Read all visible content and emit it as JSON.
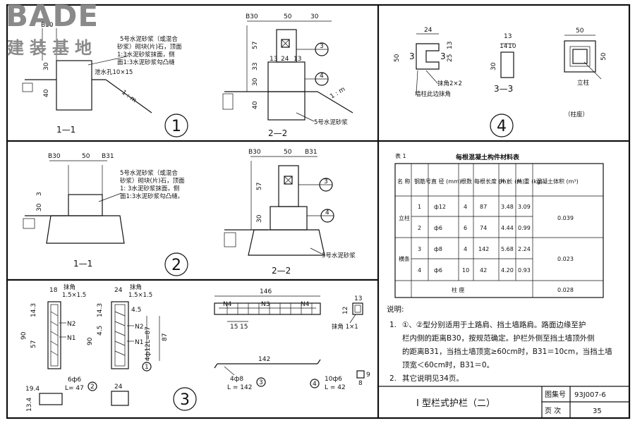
{
  "logo": {
    "brand": "BADE",
    "cn": "建装基地"
  },
  "type1": {
    "badge": "1",
    "left": {
      "section": "1—1",
      "dims": {
        "b30": "B30",
        "d30": "30",
        "d40": "40",
        "d1m": "1 : m"
      },
      "note_lines": [
        "5号水泥砂浆（或混合",
        "砂浆）砌块(片)石，顶面",
        "1:3水泥砂浆抹面，侧",
        "面1:3水泥砂浆勾凸缝"
      ],
      "drain": "泄水孔10×15"
    },
    "right": {
      "section": "2—2",
      "dims": {
        "b30": "B30",
        "d50": "50",
        "d30t": "30",
        "d57": "57",
        "d13": "13",
        "d24": "24",
        "d13b": "13",
        "d33": "33",
        "d30": "30",
        "d40": "40",
        "d1m": "1 : m"
      },
      "callout_a": "3",
      "callout_b": "4",
      "mortar": "5号水泥砂浆"
    }
  },
  "type2": {
    "badge": "2",
    "left": {
      "section": "1—1",
      "dims": {
        "b30": "B30",
        "d50": "50",
        "b31": "B31",
        "d30": "30",
        "d3": "3"
      },
      "note_lines": [
        "5号水泥砂浆（或混合",
        "砂浆）砌块(片)石，顶面",
        "1: 3水泥砂浆抹面，侧",
        "面1:3水泥砂浆勾凸缝。"
      ]
    },
    "right": {
      "section": "2—2",
      "dims": {
        "b30": "B30",
        "d50": "50",
        "b31": "B31",
        "d57": "57",
        "d30": "30"
      },
      "callout_a": "3",
      "callout_b": "4",
      "mortar": "5号水泥砂浆"
    }
  },
  "detail4": {
    "badge": "4",
    "sec_a": {
      "d24": "24",
      "d50": "50",
      "d3a": "3",
      "d3b": "3",
      "d25": "25",
      "d13": "13",
      "chamfer": "抹角2×2",
      "note": "墙柱此边抹角"
    },
    "sec_b": {
      "title": "3—3",
      "d13": "13",
      "d14": "14",
      "d10": "10",
      "d30": "30"
    },
    "sec_c": {
      "d50": "50",
      "d50r": "50",
      "col": "立柱",
      "caption": "（柱座）"
    }
  },
  "detail3": {
    "badge": "3",
    "a": {
      "d18": "18",
      "chamfer": "抹角",
      "spec": "1.5×1.5",
      "d143": "14.3",
      "d90": "90",
      "d57": "57",
      "n2": "N2",
      "n1": "N1"
    },
    "b": {
      "d24": "24",
      "chamfer": "抹角",
      "spec": "1.5×1.5",
      "d143": "14.3",
      "d45": "4.5",
      "d45b": "4.5",
      "d90": "90",
      "n2": "N2",
      "n1": "N1",
      "bar1": "4ф12L=87",
      "circ1": "1",
      "d87": "87"
    },
    "c": {
      "label1": "6ф6",
      "label2": "L= 47",
      "circ": "2",
      "d194": "19.4",
      "d134": "13.4",
      "d24": "24"
    },
    "d": {
      "d146": "146",
      "n4a": "N4",
      "n3": "N3",
      "n4b": "N4",
      "d15": "15",
      "d15b": "15",
      "d13": "13",
      "d12": "12",
      "chamfer": "抹角 1×1"
    },
    "e": {
      "d142": "142",
      "label1": "4ф8",
      "label2": "L = 142",
      "circ3": "3",
      "label3": "10ф6",
      "label4": "L = 42",
      "circ4": "4",
      "d9": "9",
      "d8": "8"
    }
  },
  "table": {
    "caption": "表 1",
    "title": "每根混凝土构件材料表",
    "headers": [
      "名 称",
      "钢筋号",
      "直 径 (mm)",
      "根数",
      "每根长度 (m)",
      "共 长 (m)",
      "共 重 (kg)",
      "混凝土体积 (m³)"
    ],
    "groups": [
      {
        "name": "立柱",
        "rows": [
          {
            "no": "1",
            "dia": "ф12",
            "count": "4",
            "each": "87",
            "total": "3.48",
            "weight": "3.09"
          },
          {
            "no": "2",
            "dia": "ф6",
            "count": "6",
            "each": "74",
            "total": "4.44",
            "weight": "0.99"
          }
        ],
        "volume": "0.039"
      },
      {
        "name": "横条",
        "rows": [
          {
            "no": "3",
            "dia": "ф8",
            "count": "4",
            "each": "142",
            "total": "5.68",
            "weight": "2.24"
          },
          {
            "no": "4",
            "dia": "ф6",
            "count": "10",
            "each": "42",
            "total": "4.20",
            "weight": "0.93"
          }
        ],
        "volume": "0.023"
      }
    ],
    "base": {
      "name": "柱 座",
      "volume": "0.028"
    }
  },
  "notes": {
    "title": "说明:",
    "items": [
      {
        "num": "1.",
        "lines": [
          "①、②型分别适用于土路肩、挡土墙路肩。路面边缘至护",
          "栏内侧的距离B30，按规范确定。护栏外侧至挡土墙顶外侧",
          "的距离B31，当挡土墙顶宽≥60cm时，B31＝10cm，当挡土墙",
          "顶宽＜60cm时，B31＝0。"
        ]
      },
      {
        "num": "2.",
        "lines": [
          "其它说明见34页。"
        ]
      }
    ]
  },
  "title_block": {
    "title": "I 型栏式护栏（二）",
    "atlas_label": "图集号",
    "atlas_no": "93J007-6",
    "page_label": "页 次",
    "page_no": "35"
  }
}
